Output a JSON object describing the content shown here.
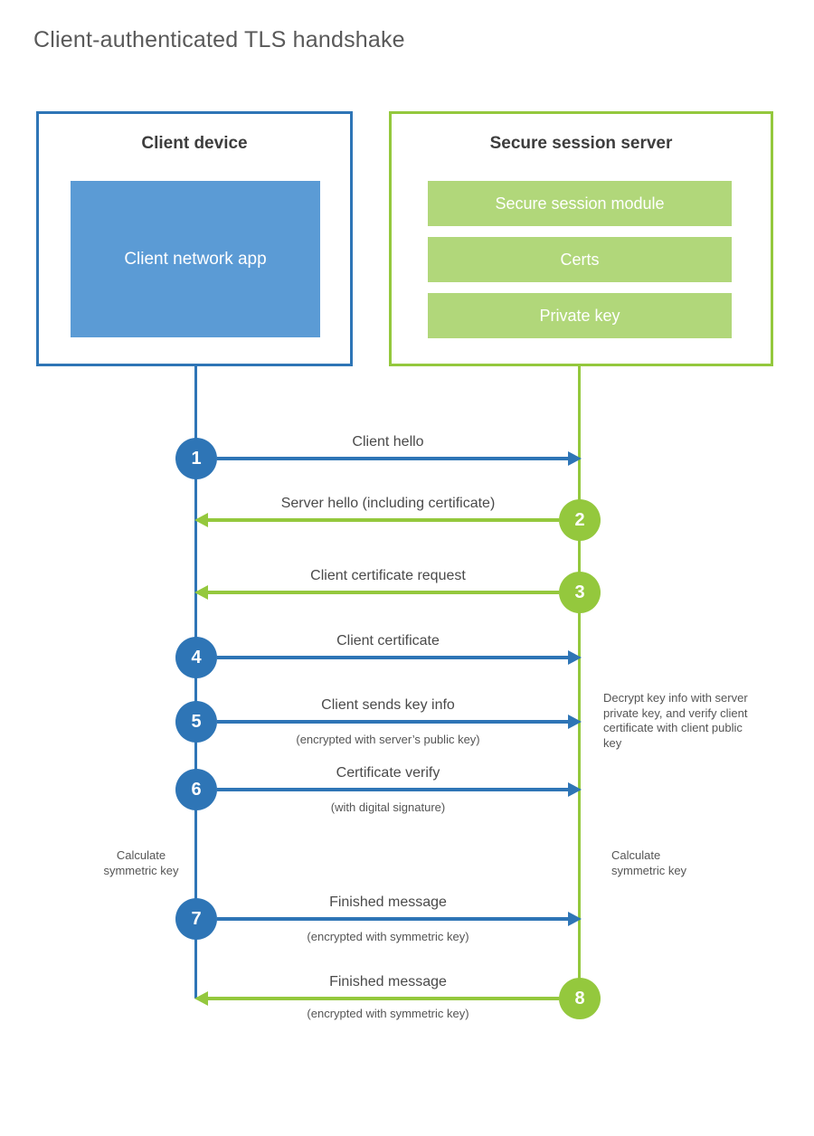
{
  "title": "Client-authenticated TLS handshake",
  "colors": {
    "client_accent": "#2e75b6",
    "client_fill": "#5b9bd5",
    "server_accent": "#94c83d",
    "server_fill": "#b1d77a",
    "label_text": "#4a4a4a",
    "note_text": "#555555"
  },
  "client": {
    "title": "Client device",
    "app_label": "Client network app"
  },
  "server": {
    "title": "Secure session server",
    "modules": [
      "Secure session module",
      "Certs",
      "Private key"
    ]
  },
  "steps": [
    {
      "number": "1",
      "from": "client",
      "label": "Client hello"
    },
    {
      "number": "2",
      "from": "server",
      "label": "Server hello (including certificate)"
    },
    {
      "number": "3",
      "from": "server",
      "label": "Client certificate request"
    },
    {
      "number": "4",
      "from": "client",
      "label": "Client certificate"
    },
    {
      "number": "5",
      "from": "client",
      "label": "Client sends key info",
      "sublabel": "(encrypted with server’s public key)"
    },
    {
      "number": "6",
      "from": "client",
      "label": "Certificate verify",
      "sublabel": "(with digital signature)"
    },
    {
      "number": "7",
      "from": "client",
      "label": "Finished message",
      "sublabel": "(encrypted with symmetric key)"
    },
    {
      "number": "8",
      "from": "server",
      "label": "Finished message",
      "sublabel": "(encrypted with symmetric key)"
    }
  ],
  "notes": {
    "decrypt": "Decrypt key info with server private key, and verify client certificate with client public key",
    "calc_left": "Calculate symmetric key",
    "calc_right": "Calculate symmetric key"
  }
}
